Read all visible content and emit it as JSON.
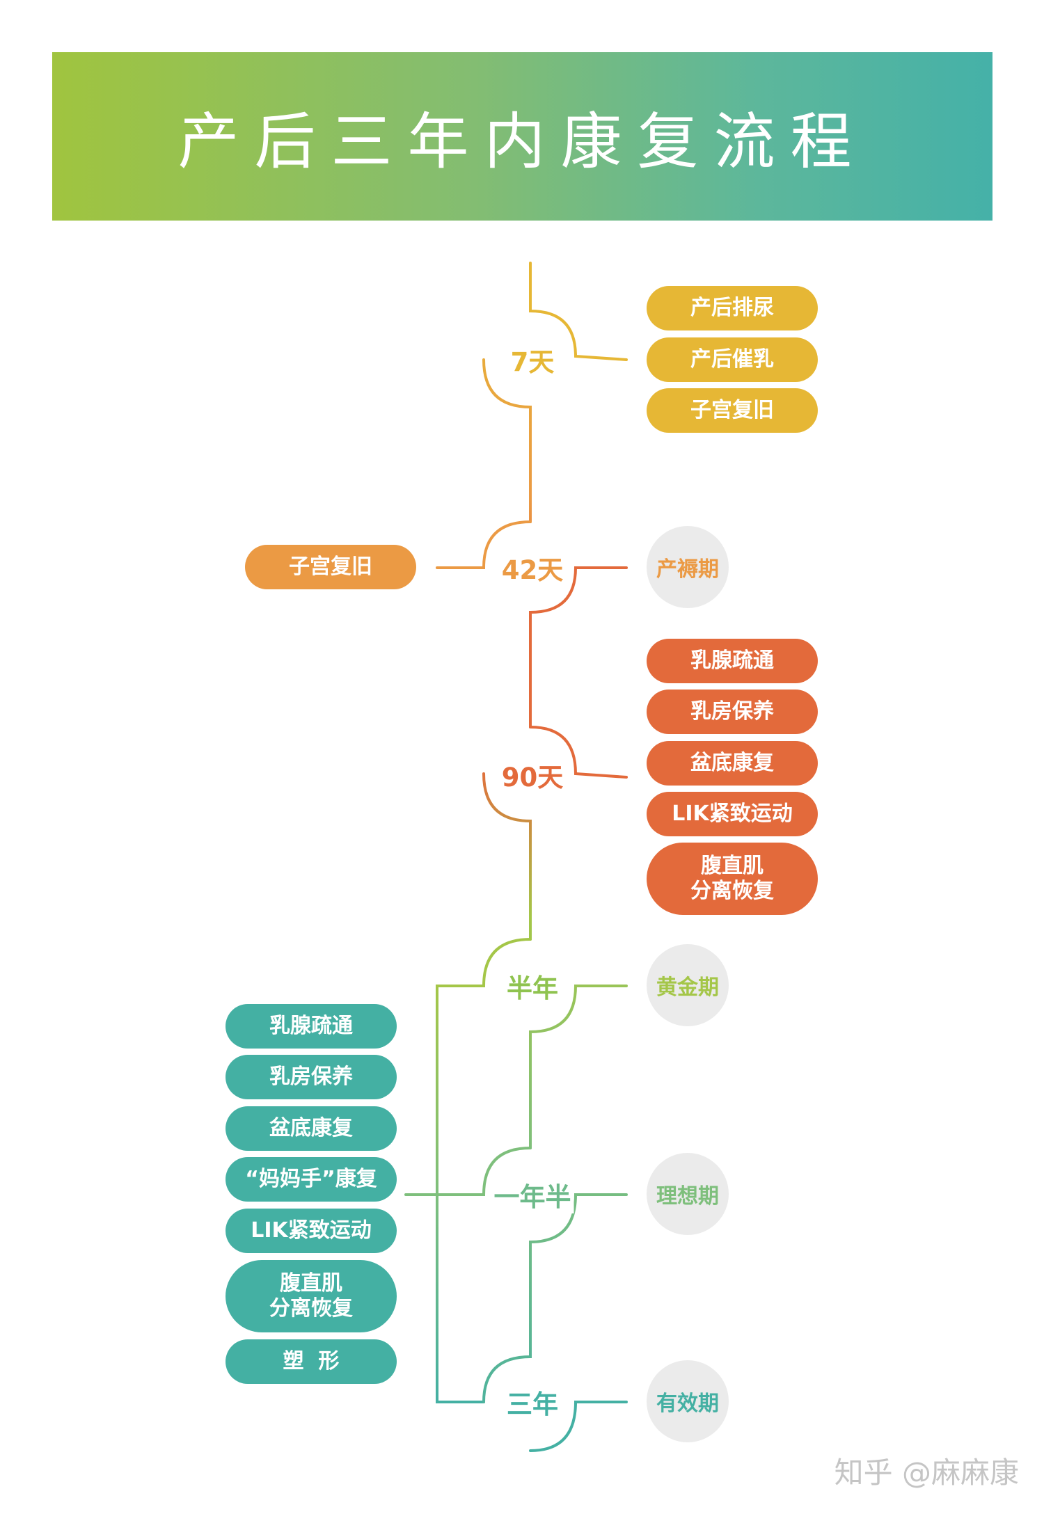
{
  "title": "产后三年内康复流程",
  "colors": {
    "yellow": "#e6b735",
    "orange": "#eb9a44",
    "red_orange": "#e36a3b",
    "lime": "#a4c648",
    "green": "#7ebf7c",
    "teal": "#44b0a3",
    "circle_gray": "#ebebeb"
  },
  "timeline": [
    {
      "label": "7天"
    },
    {
      "label": "42天"
    },
    {
      "label": "90天"
    },
    {
      "label": "半年"
    },
    {
      "label": "一年半"
    },
    {
      "label": "三年"
    }
  ],
  "periods": [
    "产褥期",
    "黄金期",
    "理想期",
    "有效期"
  ],
  "groups": {
    "day7": [
      "产后排尿",
      "产后催乳",
      "子宫复旧"
    ],
    "day42_left": "子宫复旧",
    "day90": [
      "乳腺疏通",
      "乳房保养",
      "盆底康复",
      "LIK紧致运动",
      "腹直肌\n分离恢复"
    ],
    "left_later": [
      "乳腺疏通",
      "乳房保养",
      "盆底康复",
      "“妈妈手”康复",
      "LIK紧致运动",
      "腹直肌\n分离恢复",
      "塑  形"
    ]
  },
  "watermark": "知乎 @麻麻康"
}
